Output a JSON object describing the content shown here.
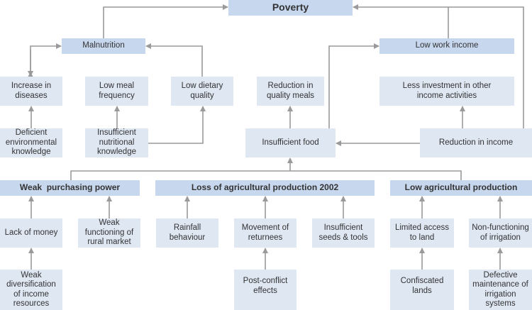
{
  "nodes": {
    "poverty": "Poverty",
    "malnutrition": "Malnutrition",
    "low_work_income": "Low work income",
    "increase_diseases": "Increase in diseases",
    "low_meal_frequency": "Low meal frequency",
    "low_dietary_quality": "Low dietary quality",
    "reduction_quality_meals": "Reduction in quality meals",
    "less_investment": "Less investment in other income activities",
    "deficient_env_knowledge": "Deficient environmental knowledge",
    "insufficient_nutr_knowledge": "Insufficient nutritional knowledge",
    "insufficient_food": "Insufficient food",
    "reduction_income": "Reduction in income",
    "weak_purchasing_power": "Weak  purchasing power",
    "loss_agri_2002": "Loss of agricultural production 2002",
    "low_agri_production": "Low agricultural production",
    "lack_of_money": "Lack of money",
    "weak_rural_market": "Weak functioning of rural market",
    "rainfall": "Rainfall behaviour",
    "movement_returnees": "Movement of returnees",
    "insufficient_seeds": "Insufficient seeds & tools",
    "limited_land": "Limited access to land",
    "non_functioning_irrigation": "Non-functioning of irrigation",
    "weak_diversification": "Weak diversification of income resources",
    "post_conflict": "Post-conflict effects",
    "confiscated_lands": "Confiscated lands",
    "defective_maintenance": "Defective maintenance of irrigation systems"
  },
  "colors": {
    "header": "#c7d7ee",
    "box": "#dfe7f3",
    "arrow": "#9a9a9a"
  }
}
